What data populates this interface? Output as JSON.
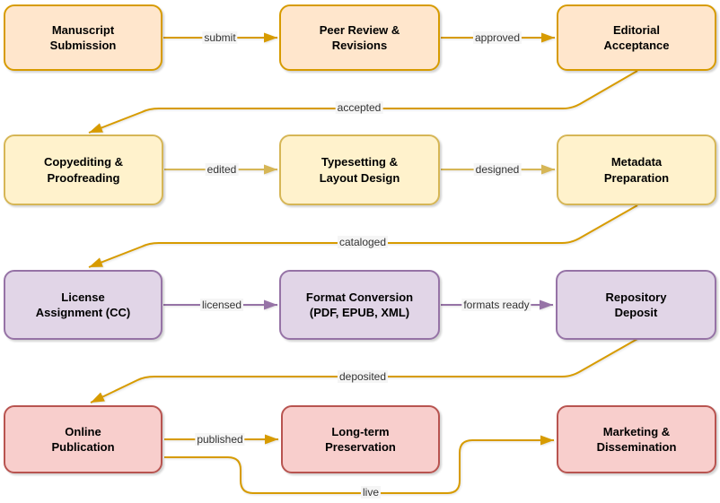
{
  "diagram": {
    "nodes": [
      {
        "line1": "Manuscript",
        "line2": "Submission"
      },
      {
        "line1": "Peer Review &",
        "line2": "Revisions"
      },
      {
        "line1": "Editorial",
        "line2": "Acceptance"
      },
      {
        "line1": "Copyediting &",
        "line2": "Proofreading"
      },
      {
        "line1": "Typesetting &",
        "line2": "Layout Design"
      },
      {
        "line1": "Metadata",
        "line2": "Preparation"
      },
      {
        "line1": "License",
        "line2": "Assignment (CC)"
      },
      {
        "line1": "Format Conversion",
        "line2": "(PDF, EPUB, XML)"
      },
      {
        "line1": "Repository",
        "line2": "Deposit"
      },
      {
        "line1": "Online",
        "line2": "Publication"
      },
      {
        "line1": "Long-term",
        "line2": "Preservation"
      },
      {
        "line1": "Marketing &",
        "line2": "Dissemination"
      }
    ],
    "edges": [
      {
        "label": "submit"
      },
      {
        "label": "approved"
      },
      {
        "label": "accepted"
      },
      {
        "label": "edited"
      },
      {
        "label": "designed"
      },
      {
        "label": "cataloged"
      },
      {
        "label": "licensed"
      },
      {
        "label": "formats ready"
      },
      {
        "label": "deposited"
      },
      {
        "label": "published"
      },
      {
        "label": "live"
      }
    ],
    "colors": {
      "row1_fill": "#FFE6CC",
      "row1_stroke": "#D79B00",
      "row2_fill": "#FFF2CC",
      "row2_stroke": "#D6B656",
      "row3_fill": "#E1D5E7",
      "row3_stroke": "#9673A6",
      "row4_fill": "#F8CECC",
      "row4_stroke": "#B85450",
      "arrow_gold": "#D79B00",
      "arrow_tan": "#D6B656",
      "arrow_purple": "#9673A6",
      "text": "#000000",
      "edge_label_bg": "#F5F5F5"
    }
  }
}
